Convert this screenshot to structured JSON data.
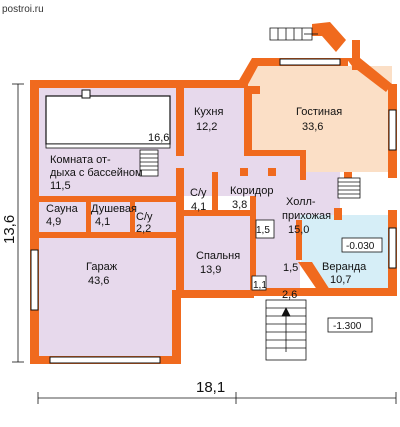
{
  "site": "postroi.ru",
  "colors": {
    "wall": "#f06a1e",
    "pool_room": "#e7d9ec",
    "living_room": "#fbdfc6",
    "veranda": "#d6eef7",
    "neutral": "#ffffff",
    "pool": "#ffffff"
  },
  "rooms": [
    {
      "id": "kitchen",
      "name": "Кухня",
      "area": "12,2"
    },
    {
      "id": "living",
      "name": "Гостиная",
      "area": "33,6"
    },
    {
      "id": "pool-room",
      "name_line1": "Комната от-",
      "name_line2": "дыха с бассейном",
      "area": "11,5"
    },
    {
      "id": "pool-area",
      "area": "16,6"
    },
    {
      "id": "sauna",
      "name": "Сауна",
      "area": "4,9"
    },
    {
      "id": "shower",
      "name": "Душевая",
      "area": "4,1"
    },
    {
      "id": "wc-small",
      "name": "С/у",
      "area": "2,2"
    },
    {
      "id": "wc",
      "name": "С/у",
      "area": "4,1"
    },
    {
      "id": "corridor",
      "name": "Коридор",
      "area": "3,8"
    },
    {
      "id": "hall",
      "name_line1": "Холл-",
      "name_line2": "прихожая",
      "area": "15,0"
    },
    {
      "id": "garage",
      "name": "Гараж",
      "area": "43,6"
    },
    {
      "id": "bedroom",
      "name": "Спальня",
      "area": "13,9"
    },
    {
      "id": "veranda",
      "name": "Веранда",
      "area": "10,7"
    }
  ],
  "small_areas": [
    "1,5",
    "1,1",
    "1,5",
    "2,6"
  ],
  "levels": {
    "veranda": "-0.030",
    "ground": "-1.300"
  },
  "dimensions": {
    "width": "18,1",
    "depth": "13,6"
  }
}
